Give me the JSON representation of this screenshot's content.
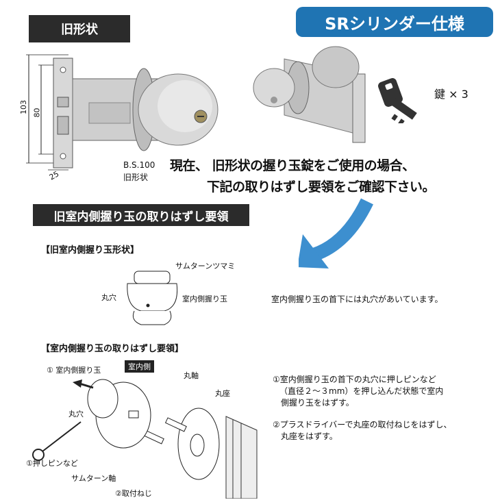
{
  "header": {
    "old_type_label": "旧形状",
    "sr_title": "SRシリンダー仕様"
  },
  "lock_diagram": {
    "dim_103": "103",
    "dim_80": "80",
    "dim_25": "25",
    "model": "B.S.100",
    "type": "旧形状"
  },
  "keys": {
    "count_label": "鍵 × 3"
  },
  "message": {
    "line1": "現在、 旧形状の握り玉錠をご使用の場合、",
    "line2": "下記の取りはずし要領をご確認下さい。"
  },
  "removal_banner": "旧室内側握り玉の取りはずし要領",
  "knob_section": {
    "title": "【旧室内側握り玉形状】",
    "label_thumbturn": "サムターンツマミ",
    "label_hole": "丸穴",
    "label_knob": "室内側握り玉",
    "note": "室内側握り玉の首下には丸穴があいています。"
  },
  "procedure": {
    "title": "【室内側握り玉の取りはずし要領】",
    "label_knob": "① 室内側握り玉",
    "label_indoor": "室内側",
    "label_shaft": "丸軸",
    "label_rose": "丸座",
    "label_hole": "丸穴",
    "label_pin": "①押しピンなど",
    "label_thumbturn_shaft": "サムターン軸",
    "label_screw": "②取付ねじ",
    "steps": [
      "①室内側握り玉の首下の丸穴に押しピンなど",
      "（直径２～３mm）を押し込んだ状態で室内",
      "側握り玉をはずす。",
      "②プラスドライバーで丸座の取付ねじをはずし、",
      "丸座をはずす。"
    ]
  },
  "colors": {
    "dark_banner": "#2b2b2b",
    "blue_banner": "#1f74b3",
    "arrow": "#3d8fcf"
  }
}
